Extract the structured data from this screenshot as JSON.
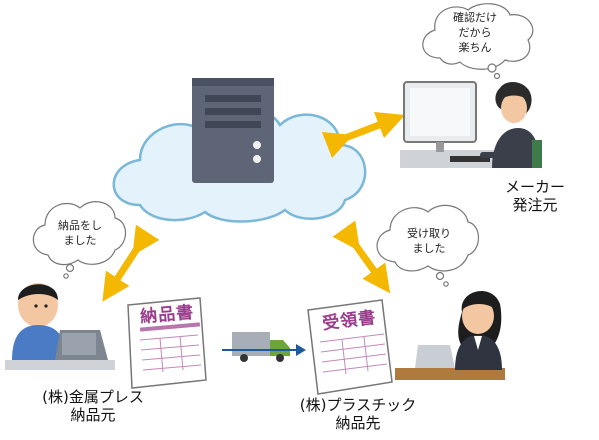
{
  "bubbles": {
    "maker": [
      "確認だけ",
      "だから",
      "楽ちん"
    ],
    "metal": [
      "納品をし",
      "ました"
    ],
    "plastic": [
      "受け取り",
      "ました"
    ]
  },
  "labels": {
    "maker": [
      "メーカー",
      "発注元"
    ],
    "metal": [
      "(株)金属プレス",
      "納品元"
    ],
    "plastic": [
      "(株)プラスチック",
      "納品先"
    ]
  },
  "documents": {
    "delivery_slip": "納品書",
    "receipt_slip": "受領書"
  },
  "colors": {
    "arrow": "#f5b800",
    "cloud_fill": "#e4f3fb",
    "cloud_stroke": "#7ab7d8",
    "server": "#5d6577",
    "doc_accent": "#9b3c8c",
    "truck_arrow": "#1e5a9a"
  }
}
